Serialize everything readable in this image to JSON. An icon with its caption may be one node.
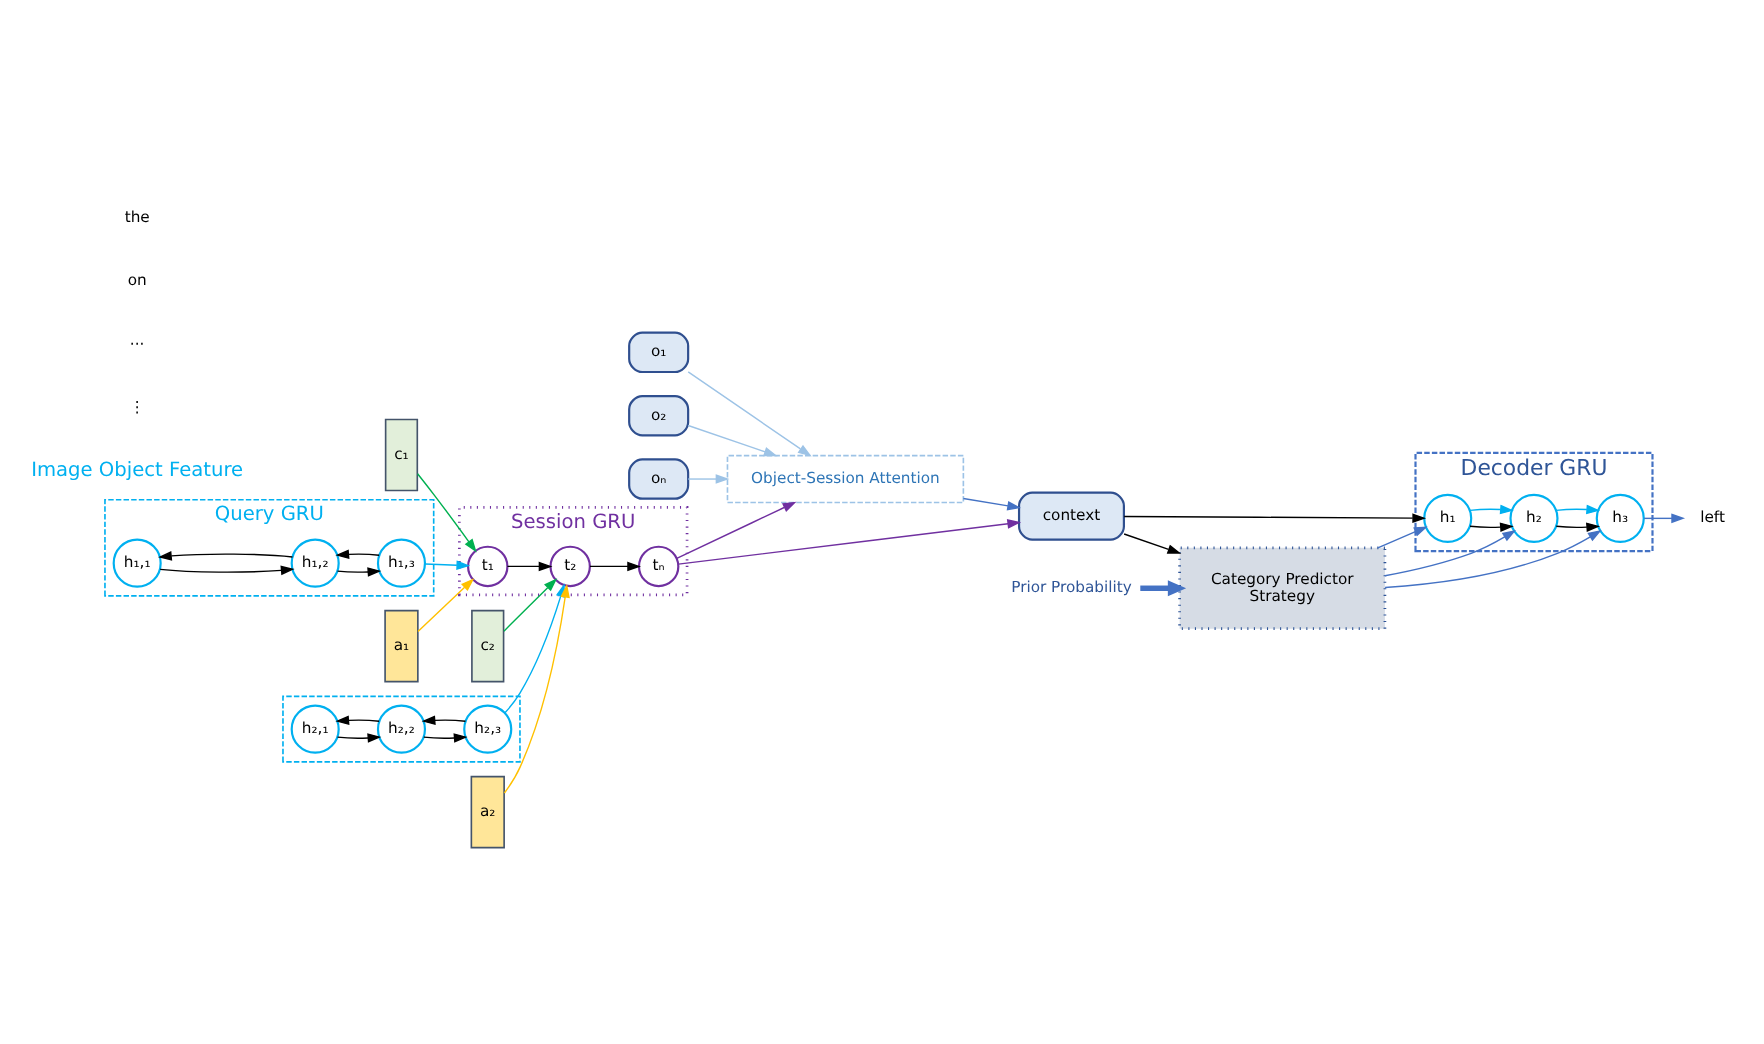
{
  "diagram": {
    "nodes": [
      {
        "text": [
          "o₁"
        ]
      },
      {
        "text": [
          "o₂"
        ]
      },
      {
        "text": [
          "oₙ"
        ]
      },
      {
        "text": [
          "Object-Session Attention"
        ]
      },
      {
        "text": [
          "Prior Probability"
        ]
      },
      {
        "text": [
          "Category Predictor",
          "Strategy"
        ]
      },
      {
        "text": [
          "context"
        ]
      },
      {
        "text": [
          "Decoder GRU"
        ]
      },
      {
        "text": [
          "h₁"
        ],
        "in": 7
      },
      {
        "text": [
          "h₂"
        ],
        "in": 7
      },
      {
        "text": [
          "h₃"
        ],
        "in": 7
      },
      {
        "text": [
          "left"
        ]
      },
      {
        "text": [
          "Session GRU"
        ]
      },
      {
        "text": [
          "t₁"
        ],
        "in": 12
      },
      {
        "text": [
          "t₂"
        ],
        "in": 12
      },
      {
        "text": [
          "tₙ"
        ],
        "in": 12
      },
      {
        "text": [
          "c₁"
        ]
      },
      {
        "text": [
          "Query GRU"
        ]
      },
      {
        "text": [
          "h₁,₁"
        ],
        "in": 17
      },
      {
        "text": [
          "h₁,₂"
        ],
        "in": 17
      },
      {
        "text": [
          "h₁,₃"
        ],
        "in": 17
      },
      {
        "text": [
          "a₁"
        ]
      },
      {
        "text": [
          "c₂"
        ]
      },
      {
        "text": [],
        "shape": "box"
      },
      {
        "text": [
          "h₂,₁"
        ],
        "in": 23
      },
      {
        "text": [
          "h₂,₂"
        ],
        "in": 23
      },
      {
        "text": [
          "h₂,₃"
        ],
        "in": 23
      },
      {
        "text": [
          "a₂"
        ]
      }
    ],
    "edges": [
      {
        "from": 0,
        "to": 3,
        "arrow": "to",
        "color": "#9dc3e6"
      },
      {
        "from": 1,
        "to": 3,
        "arrow": "to",
        "color": "#9dc3e6"
      },
      {
        "from": 2,
        "to": 3,
        "arrow": "to",
        "color": "#9dc3e6"
      },
      {
        "from": 4,
        "to": 5,
        "arrow": "to",
        "style": "thick",
        "color": "#4472c4"
      },
      {
        "from": 3,
        "to": 6,
        "arrow": "to",
        "color": "#4472c4"
      },
      {
        "from": 15,
        "to": 3,
        "arrow": "to",
        "color": "#7030a0"
      },
      {
        "from": 15,
        "to": 6,
        "arrow": "to",
        "color": "#7030a0"
      },
      {
        "from": 6,
        "to": 5,
        "arrow": "to"
      },
      {
        "from": 6,
        "to": 8,
        "arrow": "to"
      },
      {
        "from": 5,
        "to": 8,
        "arrow": "to",
        "color": "#4472c4"
      },
      {
        "from": 5,
        "to": 9,
        "arrow": "to",
        "color": "#4472c4"
      },
      {
        "from": 5,
        "to": 10,
        "arrow": "to",
        "color": "#4472c4"
      },
      {
        "from": 8,
        "to": 9,
        "arrow": "to"
      },
      {
        "from": 9,
        "to": 10,
        "arrow": "to"
      },
      {
        "from": 8,
        "to": 9,
        "arrow": "to",
        "color": "#00b0f0"
      },
      {
        "from": 9,
        "to": 10,
        "arrow": "to",
        "color": "#00b0f0"
      },
      {
        "from": 10,
        "to": 11,
        "arrow": "to",
        "color": "#4472c4"
      },
      {
        "from": 13,
        "to": 14,
        "arrow": "to"
      },
      {
        "from": 14,
        "to": 15,
        "arrow": "to"
      },
      {
        "from": 16,
        "to": 13,
        "arrow": "to",
        "color": "#00b050"
      },
      {
        "from": 20,
        "to": 13,
        "arrow": "to",
        "color": "#00b0f0"
      },
      {
        "from": 21,
        "to": 13,
        "arrow": "to",
        "color": "#ffc000"
      },
      {
        "from": 22,
        "to": 14,
        "arrow": "to",
        "color": "#00b050"
      },
      {
        "from": 26,
        "to": 14,
        "arrow": "to",
        "color": "#00b0f0"
      },
      {
        "from": 27,
        "to": 14,
        "arrow": "to",
        "color": "#ffc000"
      },
      {
        "from": 18,
        "to": 19,
        "arrow": "to"
      },
      {
        "from": 19,
        "to": 18,
        "arrow": "to"
      },
      {
        "from": 19,
        "to": 20,
        "arrow": "to"
      },
      {
        "from": 20,
        "to": 19,
        "arrow": "to"
      },
      {
        "from": 24,
        "to": 25,
        "arrow": "to"
      },
      {
        "from": 25,
        "to": 24,
        "arrow": "to"
      },
      {
        "from": 25,
        "to": 26,
        "arrow": "to"
      },
      {
        "from": 26,
        "to": 25,
        "arrow": "to"
      }
    ],
    "labels": [
      "Image Object Feature",
      "⋮",
      "···",
      "on",
      "the"
    ]
  }
}
